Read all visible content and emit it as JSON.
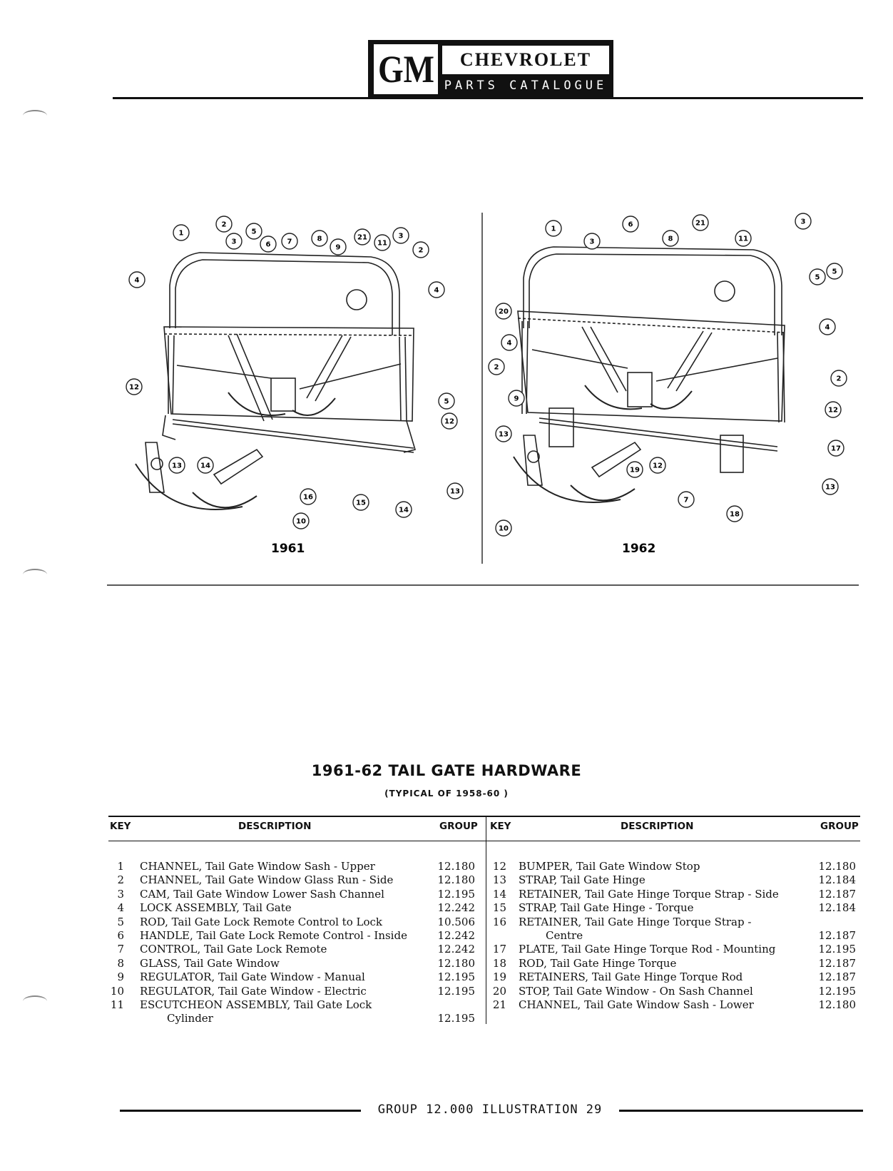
{
  "header": {
    "logo": "GM",
    "brand": "CHEVROLET",
    "subtitle": "PARTS CATALOGUE"
  },
  "diagram": {
    "left_year": "1961",
    "right_year": "1962",
    "left_callouts": [
      "1",
      "2",
      "3",
      "5",
      "6",
      "7",
      "8",
      "9",
      "21",
      "11",
      "3",
      "2",
      "4",
      "4",
      "12",
      "5",
      "12",
      "13",
      "14",
      "16",
      "15",
      "14",
      "13",
      "10"
    ],
    "right_callouts": [
      "1",
      "3",
      "6",
      "8",
      "21",
      "11",
      "3",
      "5",
      "20",
      "4",
      "2",
      "4",
      "5",
      "2",
      "9",
      "12",
      "13",
      "19",
      "12",
      "17",
      "13",
      "7",
      "18",
      "10"
    ]
  },
  "table": {
    "title": "1961-62 TAIL GATE HARDWARE",
    "subtitle": "(TYPICAL OF 1958-60 )",
    "headers": {
      "key": "KEY",
      "description": "DESCRIPTION",
      "group": "GROUP"
    },
    "left_rows": [
      {
        "key": "1",
        "description": "CHANNEL, Tail Gate Window Sash - Upper",
        "group": "12.180"
      },
      {
        "key": "2",
        "description": "CHANNEL, Tail Gate Window Glass Run - Side",
        "group": "12.180"
      },
      {
        "key": "3",
        "description": "CAM, Tail Gate Window Lower Sash Channel",
        "group": "12.195"
      },
      {
        "key": "4",
        "description": "LOCK ASSEMBLY, Tail Gate",
        "group": "12.242"
      },
      {
        "key": "5",
        "description": "ROD, Tail Gate Lock Remote Control to Lock",
        "group": "10.506"
      },
      {
        "key": "6",
        "description": "HANDLE, Tail Gate Lock Remote Control - Inside",
        "group": "12.242"
      },
      {
        "key": "7",
        "description": "CONTROL, Tail Gate Lock Remote",
        "group": "12.242"
      },
      {
        "key": "8",
        "description": "GLASS, Tail Gate Window",
        "group": "12.180"
      },
      {
        "key": "9",
        "description": "REGULATOR, Tail Gate Window - Manual",
        "group": "12.195"
      },
      {
        "key": "10",
        "description": "REGULATOR, Tail Gate Window - Electric",
        "group": "12.195"
      },
      {
        "key": "11",
        "description": "ESCUTCHEON ASSEMBLY, Tail Gate Lock",
        "group": ""
      },
      {
        "key": "",
        "description": "Cylinder",
        "group": "12.195",
        "indent": true
      }
    ],
    "right_rows": [
      {
        "key": "12",
        "description": "BUMPER, Tail Gate Window Stop",
        "group": "12.180"
      },
      {
        "key": "13",
        "description": "STRAP, Tail Gate Hinge",
        "group": "12.184"
      },
      {
        "key": "14",
        "description": "RETAINER, Tail Gate Hinge Torque Strap - Side",
        "group": "12.187"
      },
      {
        "key": "15",
        "description": "STRAP, Tail Gate Hinge - Torque",
        "group": "12.184"
      },
      {
        "key": "16",
        "description": "RETAINER, Tail Gate Hinge Torque Strap -",
        "group": ""
      },
      {
        "key": "",
        "description": "Centre",
        "group": "12.187",
        "indent": true
      },
      {
        "key": "17",
        "description": "PLATE, Tail Gate Hinge Torque Rod - Mounting",
        "group": "12.195"
      },
      {
        "key": "18",
        "description": "ROD, Tail Gate Hinge Torque",
        "group": "12.187"
      },
      {
        "key": "19",
        "description": "RETAINERS, Tail Gate Hinge Torque Rod",
        "group": "12.187"
      },
      {
        "key": "20",
        "description": "STOP, Tail Gate Window - On Sash Channel",
        "group": "12.195"
      },
      {
        "key": "21",
        "description": "CHANNEL, Tail Gate Window Sash - Lower",
        "group": "12.180"
      }
    ]
  },
  "footer": "GROUP 12.000   ILLUSTRATION 29"
}
